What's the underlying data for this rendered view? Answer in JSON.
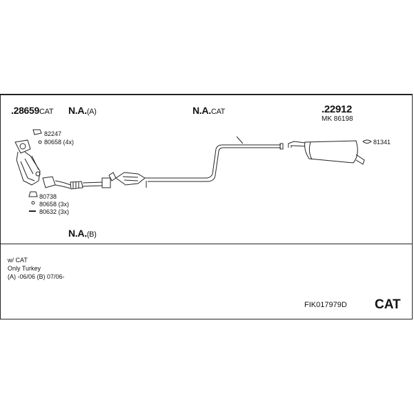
{
  "header": {
    "catalyst_front": {
      "part": ".28659",
      "suffix": "CAT"
    },
    "na_a": {
      "main": "N.A.",
      "suffix": "(A)"
    },
    "na_cat": {
      "main": "N.A.",
      "suffix": "CAT"
    },
    "rear_muffler": {
      "part": ".22912"
    },
    "mk_ref": "MK 86198"
  },
  "callouts": {
    "c82247": "82247",
    "c80658_4x": "80658 (4x)",
    "c81341": "81341",
    "c80738": "80738",
    "c80658_3x": "80658 (3x)",
    "c80632_3x": "80632 (3x)"
  },
  "na_b": {
    "main": "N.A.",
    "suffix": "(B)"
  },
  "notes": {
    "line1": "w/ CAT",
    "line2": "Only Turkey",
    "line3": "(A) -06/06 (B) 07/06-"
  },
  "footer": {
    "code": "FIK017979D",
    "type": "CAT"
  }
}
